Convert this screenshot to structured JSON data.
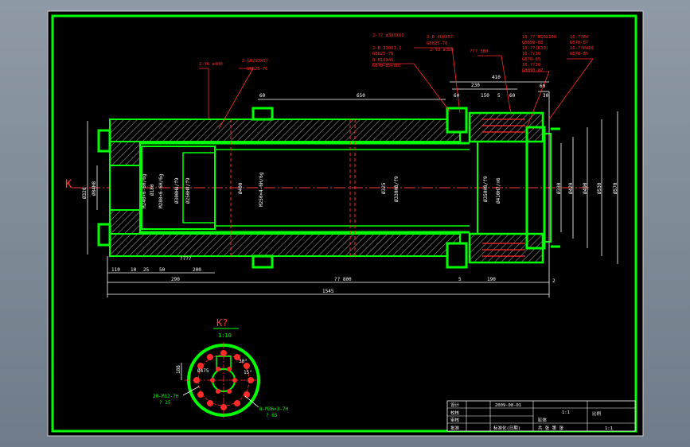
{
  "drawing": {
    "view_label": "K",
    "section_label": "K?",
    "section_scale": "1:10",
    "colors": {
      "frame": "#00ff00",
      "dim": "#ffffff",
      "leader": "#ff0000",
      "center": "#ff0000",
      "hatch": "#b5b5b5",
      "part": "#00ff00"
    }
  },
  "dimensions": {
    "top": [
      "60",
      "650",
      "410",
      "230",
      "60",
      "150",
      "5",
      "60",
      "60",
      "30"
    ],
    "bottom": [
      "110",
      "10",
      "25",
      "50",
      "290",
      "200",
      "?? 800",
      "5",
      "190",
      "2",
      "1545"
    ],
    "vertical_left": [
      "K",
      "Ø320",
      "Ø84H8",
      "M240×6-6H/6g",
      "Ø180",
      "M280×6-6H/6g",
      "Ø300H8/f9",
      "Ø250H8/f9"
    ],
    "vertical_mid": [
      "Ø400",
      "M250×4-6H/6g",
      "Ø325",
      "Ø330H8/f9",
      "Ø350H8/f9",
      "Ø410H7/n6"
    ],
    "vertical_right": [
      "Ø330",
      "Ø420",
      "Ø490",
      "Ø530",
      "Ø570"
    ],
    "misc": [
      "????"
    ]
  },
  "callouts": {
    "left": [
      "2-Y6 ø400",
      "2-GB293X57",
      "GB825-76"
    ],
    "mid": [
      "2-?? ø390X60",
      "2-B 400X57",
      "GB825-76",
      "2-B 330X3.1",
      "GB825-76",
      "2-Y3 ø380",
      "??? 380",
      "8-M10X45",
      "GB70-85(d8)"
    ],
    "right": [
      "16-?? M10X100",
      "GB899-88",
      "16-??(K30)",
      "16-?(30",
      "GB70-85",
      "16-??30",
      "GB893-87",
      "16-??Ø4",
      "GB70-87",
      "16-??Ø480",
      "GB70-85"
    ]
  },
  "section": {
    "labels": [
      "188",
      "Ø475",
      "30°",
      "15°",
      "20-M12-7H",
      "? 25",
      "8-M36×3-7H",
      "? 65"
    ]
  },
  "title_block": {
    "date": "2009-08-01",
    "scale": "1:1",
    "rows": [
      "设计",
      "校核",
      "审核",
      "批准"
    ],
    "cells": [
      "缸体",
      "1:1"
    ],
    "footer": [
      "标准化(日期)",
      "共 张 第 张",
      "比例"
    ]
  }
}
